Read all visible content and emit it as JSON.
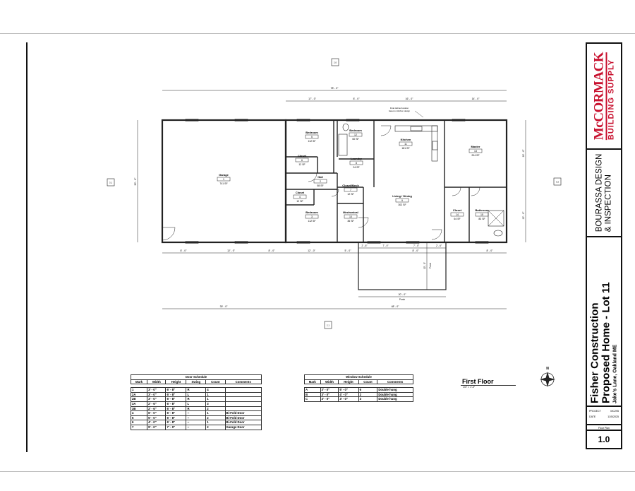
{
  "sheet": {
    "view_title": "First Floor",
    "view_scale": "1/4\" = 1'-0\"",
    "north_label": "N",
    "note": [
      "Final cabinet location",
      "based on kitchen design"
    ],
    "section_markers": {
      "top": "2.0",
      "bottom": "2.1",
      "left": "3.1",
      "right": "3.2"
    }
  },
  "rooms": [
    {
      "name": "Garage",
      "number": "1",
      "area": "741 SF"
    },
    {
      "name": "Bedroom",
      "number": "5",
      "area": "112 SF"
    },
    {
      "name": "Bedroom",
      "number": "12",
      "area": "60 SF"
    },
    {
      "name": "Closet",
      "number": "6",
      "area": "12 SF"
    },
    {
      "name": "Laundry",
      "number": "8",
      "area": "24 SF"
    },
    {
      "name": "Hall",
      "number": "2",
      "area": "58 SF"
    },
    {
      "name": "Closet",
      "number": "4",
      "area": "12 SF"
    },
    {
      "name": "Closet/Mech",
      "number": "7",
      "area": "12 SF"
    },
    {
      "name": "Bedroom",
      "number": "3",
      "area": "112 SF"
    },
    {
      "name": "Mechanical",
      "number": "10",
      "area": "36 SF"
    },
    {
      "name": "Kitchen",
      "number": "11",
      "area": "181 SF"
    },
    {
      "name": "Living / Dining",
      "number": "9",
      "area": "302 SF"
    },
    {
      "name": "Master",
      "number": "13",
      "area": "204 SF"
    },
    {
      "name": "Closet",
      "number": "14",
      "area": "64 SF"
    },
    {
      "name": "Bathroom",
      "number": "15",
      "area": "83 SF"
    }
  ],
  "dimensions": {
    "top_overall": "78' - 0\"",
    "top": [
      "17' - 0\"",
      "8' - 0\"",
      "16' - 0\"",
      "14' - 0\""
    ],
    "bottom": [
      "8' - 0\"",
      "12' - 0\"",
      "8' - 0\"",
      "12' - 0\"",
      "5' - 0\"",
      "8' - 0\"",
      "8' - 0\""
    ],
    "porch_front": [
      "2' - 6\"",
      "7' - 0\"",
      "7' - 0\"",
      "2' - 6\""
    ],
    "porch_width": "20' - 0\"",
    "porch_depth": "10' - 0\"",
    "porch_label": "Porch",
    "bottom_overall": [
      "30' - 0\"",
      "48' - 0\""
    ],
    "left_overall": "30' - 0\"",
    "right": [
      "18' - 0\"",
      "12' - 0\""
    ]
  },
  "door_schedule": {
    "title": "Door Schedule",
    "columns": [
      "Mark",
      "Width",
      "Height",
      "Swing",
      "Count",
      "Comments"
    ],
    "rows": [
      [
        "1",
        "3' - 0\"",
        "6' - 8\"",
        "R",
        "4",
        ""
      ],
      [
        "2A",
        "3' - 0\"",
        "6' - 8\"",
        "L",
        "1",
        ""
      ],
      [
        "2B",
        "3' - 0\"",
        "6' - 8\"",
        "R",
        "1",
        ""
      ],
      [
        "3A",
        "2' - 6\"",
        "6' - 8\"",
        "L",
        "3",
        ""
      ],
      [
        "3B",
        "2' - 6\"",
        "6' - 8\"",
        "R",
        "2",
        ""
      ],
      [
        "4",
        "6' - 0\"",
        "6' - 8\"",
        "--",
        "1",
        "Bi-Fold Door"
      ],
      [
        "5",
        "5' - 0\"",
        "6' - 8\"",
        "--",
        "2",
        "Bi-Fold Door"
      ],
      [
        "6",
        "4' - 0\"",
        "6' - 8\"",
        "--",
        "1",
        "Bi-Fold Door"
      ],
      [
        "7",
        "9' - 0\"",
        "7' - 0\"",
        "--",
        "2",
        "Garage Door"
      ]
    ]
  },
  "window_schedule": {
    "title": "Window Schedule",
    "columns": [
      "Mark",
      "Width",
      "Height",
      "Count",
      "Comments"
    ],
    "rows": [
      [
        "A",
        "3' - 0\"",
        "5' - 0\"",
        "6",
        "Double hung"
      ],
      [
        "B",
        "3' - 0\"",
        "4' - 0\"",
        "2",
        "Double hung"
      ],
      [
        "C",
        "3' - 0\"",
        "3' - 0\"",
        "3",
        "Double hung"
      ]
    ]
  },
  "title_block": {
    "logo_main": "McCORMACK",
    "logo_sub": "BUILDING SUPPLY",
    "designer_line1": "BOURASSA DESIGN",
    "designer_line2": "& INSPECTION",
    "client": "Fisher Construction",
    "project": "Proposed Home - Lot 11",
    "address": "Jake's Lane, Oakland ME",
    "project_label": "PROJECT",
    "project_number": "MC295",
    "date_label": "DATE",
    "date": "11/5/2025",
    "sheet_name": "Floor Plan",
    "sheet_number": "1.0",
    "brand_color": "#c8102e"
  }
}
